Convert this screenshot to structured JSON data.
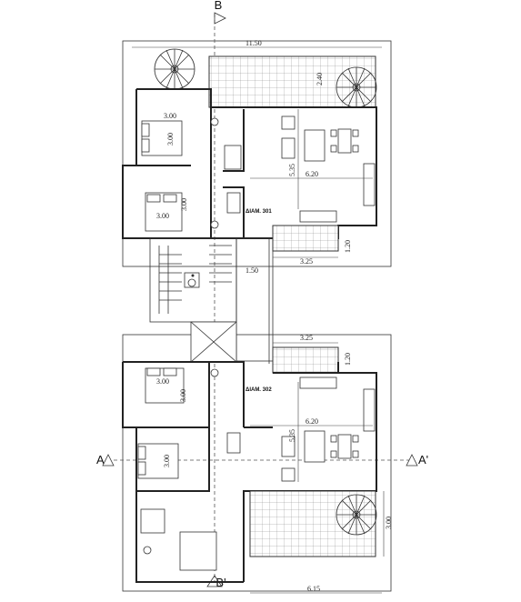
{
  "section_marks": {
    "top": "B",
    "bottom": "B'",
    "left": "A",
    "right": "A'"
  },
  "apartments": {
    "upper": "ΔΙΑΜ. 301",
    "lower": "ΔΙΑΜ. 302"
  },
  "dimensions": {
    "overall_width": "11.50",
    "terrace_upper_depth": "2.40",
    "bedroom1_w": "3.00",
    "bedroom1_h": "3.00",
    "bedroom2_w": "3.00",
    "bedroom2_h": "3.00",
    "living_upper_len": "6.20",
    "living_upper_h": "5.35",
    "balcony_upper_h": "1.20",
    "balcony_upper_w": "3.25",
    "corridor": "1.50",
    "balcony_lower_w": "3.25",
    "balcony_lower_h": "1.20",
    "bedroom3_w": "3.00",
    "bedroom3_h": "3.00",
    "living_lower_len": "6.20",
    "living_lower_h": "5.35",
    "bedroom4_h": "3.00",
    "terrace_lower_depth": "3.00",
    "lower_width": "6.15"
  },
  "icons": {
    "accessibility": "wheelchair-icon",
    "spiral_stair": "spiral-stair-icon"
  }
}
